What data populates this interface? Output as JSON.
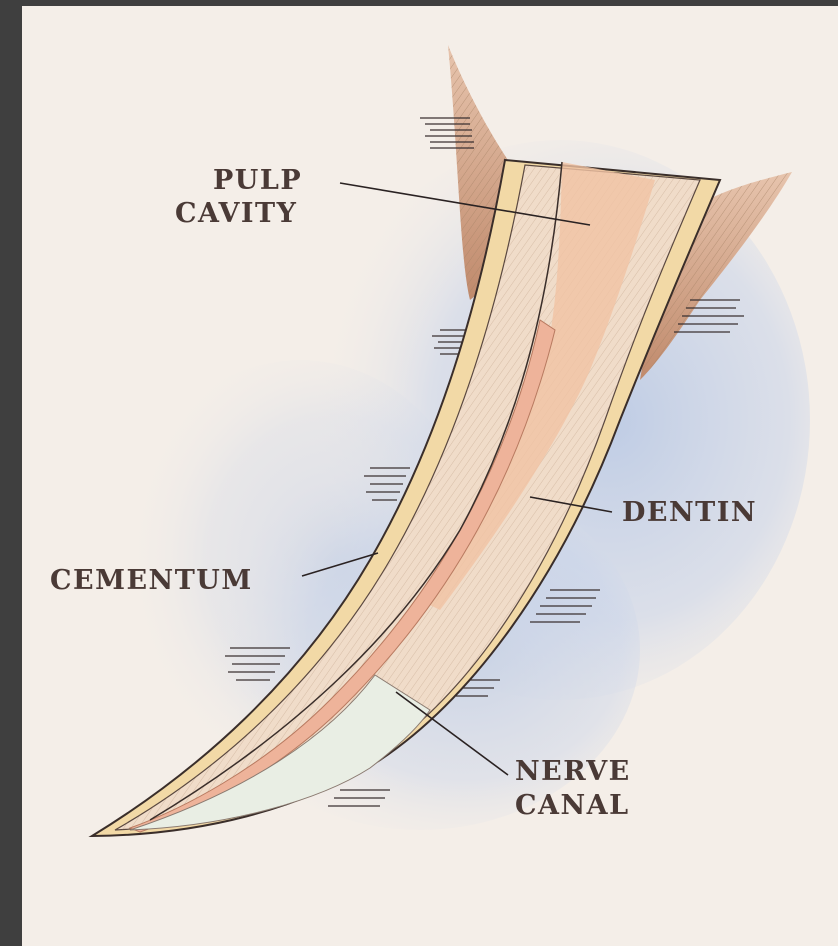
{
  "labels": {
    "pulp_cavity_line1": "PULP",
    "pulp_cavity_line2": "CAVITY",
    "dentin": "DENTIN",
    "cementum": "CEMENTUM",
    "nerve_canal_line1": "NERVE",
    "nerve_canal_line2": "CANAL"
  },
  "colors": {
    "frame": "#3f3f3f",
    "paper": "#f4eee8",
    "shadow": "#b7c6e2",
    "cementum": "#f2d9a6",
    "dentin": "#f0dcc9",
    "pulp": "#f0bfa0",
    "nerve": "#e9eee4",
    "gum": "#c89578",
    "label_text": "#4a3a36"
  }
}
